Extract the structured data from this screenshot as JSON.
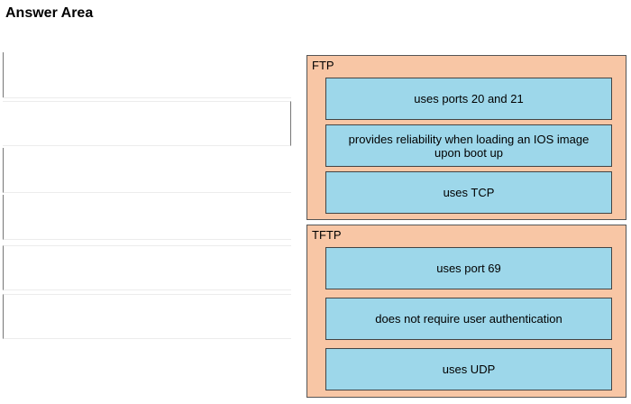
{
  "header": {
    "title": "Answer Area"
  },
  "slots": [
    "",
    "",
    "",
    "",
    "",
    ""
  ],
  "groups": [
    {
      "label": "FTP",
      "items": [
        "uses ports 20 and 21",
        "provides reliability when loading an IOS image upon boot up",
        "uses TCP"
      ]
    },
    {
      "label": "TFTP",
      "items": [
        "uses port 69",
        "does not require user authentication",
        "uses UDP"
      ]
    }
  ],
  "colors": {
    "group_bg": "#f8c6a5",
    "item_bg": "#9dd7ea"
  }
}
